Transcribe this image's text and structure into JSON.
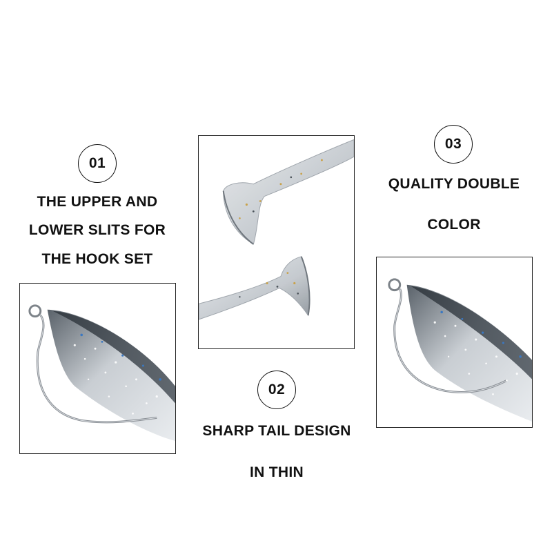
{
  "features": [
    {
      "number": "01",
      "lines": [
        "THE UPPER AND",
        "LOWER SLITS FOR",
        "THE HOOK SET"
      ]
    },
    {
      "number": "02",
      "lines": [
        "SHARP TAIL DESIGN",
        "IN THIN"
      ]
    },
    {
      "number": "03",
      "lines": [
        "QUALITY DOUBLE",
        "COLOR"
      ]
    }
  ],
  "colors": {
    "text": "#111111",
    "background": "#ffffff",
    "lure_dark": "#3a4148",
    "lure_clear": "#d6dbe0",
    "hook_metal": "#8a8f95"
  },
  "images": [
    {
      "depicts": "lure-with-hook-left"
    },
    {
      "depicts": "lure-tails-closeup"
    },
    {
      "depicts": "lure-with-hook-right"
    }
  ]
}
